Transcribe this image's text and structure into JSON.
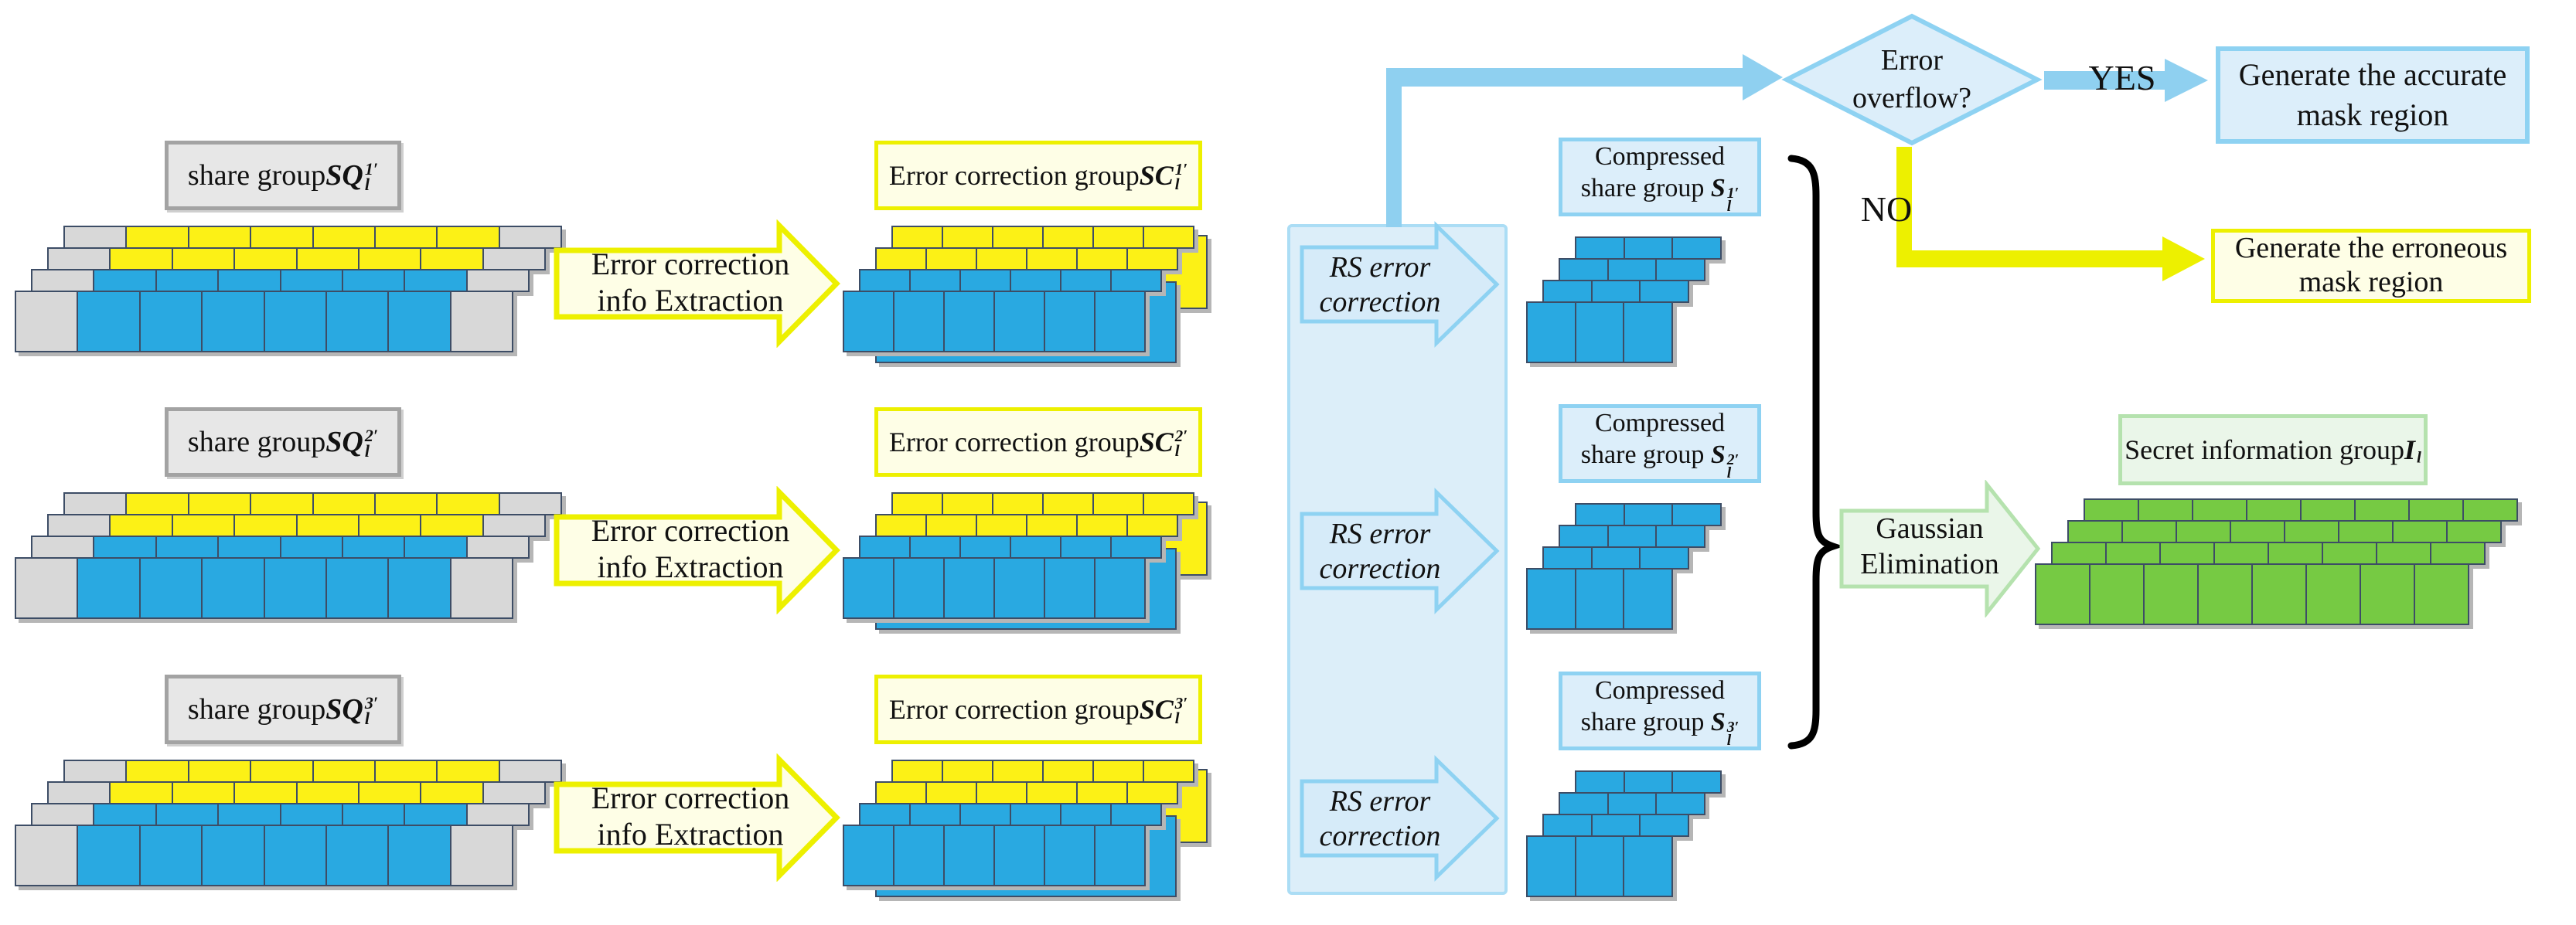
{
  "colors": {
    "yellow_cell": "#fcf116",
    "blue_cell": "#29a9e1",
    "green_cell": "#76ca43",
    "gray_cell": "#d8d8d8",
    "cell_border": "#3d4d66",
    "shadow": "#b6b6b6",
    "accent_blue": "#8fd0f0",
    "pale_blue_fill": "#dceefa",
    "pale_blue_border": "#8ed2f2",
    "panel_fill": "#dceef9",
    "panel_border": "#abddf5",
    "arrow_blue_fill": "#d6ebf9",
    "yellow_accent": "#edf000",
    "pale_yellow_fill": "#fefee6",
    "green_accent": "#b5e2ae",
    "pale_green_fill": "#eaf6e9",
    "gray_label_fill": "#e7e7e7",
    "gray_label_border": "#a3a3a3"
  },
  "stacks": {
    "share": {
      "rows": 4,
      "cells": 6,
      "gray_ends": true,
      "row_colors": [
        "yellow",
        "yellow",
        "blue",
        "blue"
      ]
    },
    "sc": {
      "rows": 4,
      "cells": 6,
      "gray_ends": false,
      "sheets": true,
      "row_colors": [
        "yellow",
        "yellow",
        "blue",
        "blue"
      ]
    },
    "compressed": {
      "rows": 4,
      "cells": 3,
      "gray_ends": false,
      "row_colors": [
        "blue",
        "blue",
        "blue",
        "blue"
      ]
    },
    "secret": {
      "rows": 4,
      "cells": 8,
      "gray_ends": false,
      "row_colors": [
        "green",
        "green",
        "green",
        "green"
      ]
    }
  },
  "groups": [
    {
      "share_label": {
        "prefix": "share group ",
        "sym": "SQ",
        "sup": "1′",
        "sub": "l"
      },
      "extract_arrow": {
        "line1": "Error correction",
        "line2": "info Extraction"
      },
      "sc_label": {
        "prefix": "Error correction group ",
        "sym": "SC",
        "sup": "1′",
        "sub": "l"
      },
      "rs_arrow": {
        "line1": "RS error",
        "line2": "correction"
      },
      "compressed_label": {
        "line1": "Compressed",
        "line2": "share group ",
        "sym": "S",
        "sup": "1′",
        "sub": "l"
      }
    },
    {
      "share_label": {
        "prefix": "share group ",
        "sym": "SQ",
        "sup": "2′",
        "sub": "l"
      },
      "extract_arrow": {
        "line1": "Error correction",
        "line2": "info Extraction"
      },
      "sc_label": {
        "prefix": "Error correction group ",
        "sym": "SC",
        "sup": "2′",
        "sub": "l"
      },
      "rs_arrow": {
        "line1": "RS error",
        "line2": "correction"
      },
      "compressed_label": {
        "line1": "Compressed",
        "line2": "share group ",
        "sym": "S",
        "sup": "2′",
        "sub": "l"
      }
    },
    {
      "share_label": {
        "prefix": "share group ",
        "sym": "SQ",
        "sup": "3′",
        "sub": "l"
      },
      "extract_arrow": {
        "line1": "Error correction",
        "line2": "info Extraction"
      },
      "sc_label": {
        "prefix": "Error correction group ",
        "sym": "SC",
        "sup": "3′",
        "sub": "l"
      },
      "rs_arrow": {
        "line1": "RS error",
        "line2": "correction"
      },
      "compressed_label": {
        "line1": "Compressed",
        "line2": "share group ",
        "sym": "S",
        "sup": "3′",
        "sub": "l"
      }
    }
  ],
  "decision": {
    "line1": "Error",
    "line2": "overflow?",
    "yes_label": "YES",
    "no_label": "NO"
  },
  "outcomes": {
    "accurate": {
      "line1": "Generate the accurate",
      "line2": "mask region"
    },
    "erroneous": {
      "line1": "Generate the erroneous",
      "line2": "mask region"
    }
  },
  "gaussian_arrow": {
    "line1": "Gaussian",
    "line2": "Elimination"
  },
  "secret_label": {
    "prefix": "Secret information group ",
    "sym": "I",
    "sub": "l"
  }
}
